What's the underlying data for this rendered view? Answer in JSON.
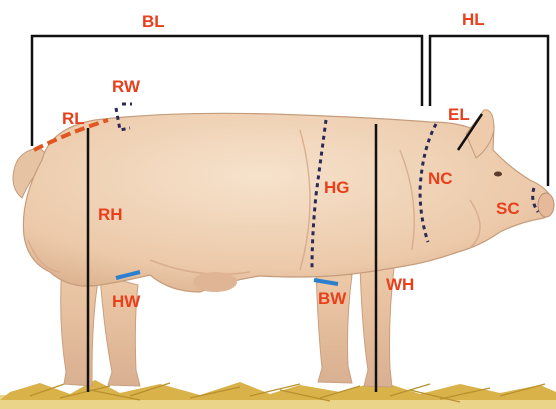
{
  "labels": {
    "BL": "BL",
    "HL": "HL",
    "RW": "RW",
    "RL": "RL",
    "EL": "EL",
    "RH": "RH",
    "HG": "HG",
    "NC": "NC",
    "SC": "SC",
    "HW": "HW",
    "BW": "BW",
    "WH": "WH"
  },
  "colors": {
    "label": "#e8401c",
    "measure_line": "#111111",
    "dotted_line": "#2a2a55",
    "blue_mark": "#2a7fd0",
    "rump_line": "#e05520",
    "pig_body": "#f0d2b6",
    "pig_shade": "#d9b394",
    "straw": "#d9b24a"
  }
}
